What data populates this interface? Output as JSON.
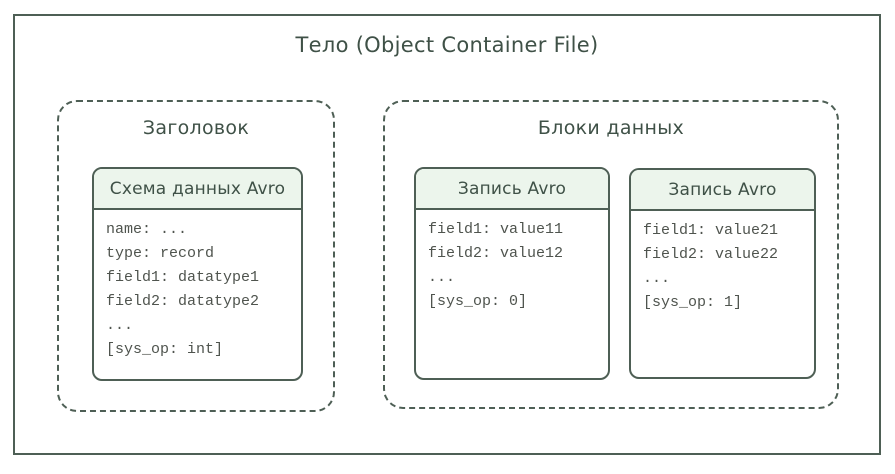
{
  "diagram": {
    "title": "Тело (Object Container File)",
    "colors": {
      "border": "#4e5f55",
      "text": "#3f5147",
      "header_fill": "#ecf5ec",
      "code_text": "#4f544e",
      "canvas_bg": "#ffffff"
    },
    "header_section": {
      "title": "Заголовок",
      "card": {
        "title": "Схема данных Avro",
        "lines": [
          "name: ...",
          "type: record",
          "field1: datatype1",
          "field2: datatype2",
          "...",
          "[sys_op: int]"
        ]
      }
    },
    "data_blocks_section": {
      "title": "Блоки данных",
      "cards": [
        {
          "title": "Запись Avro",
          "lines": [
            "field1: value11",
            "field2: value12",
            "...",
            "[sys_op: 0]"
          ]
        },
        {
          "title": "Запись Avro",
          "lines": [
            "field1: value21",
            "field2: value22",
            "...",
            "[sys_op: 1]"
          ]
        }
      ]
    }
  }
}
